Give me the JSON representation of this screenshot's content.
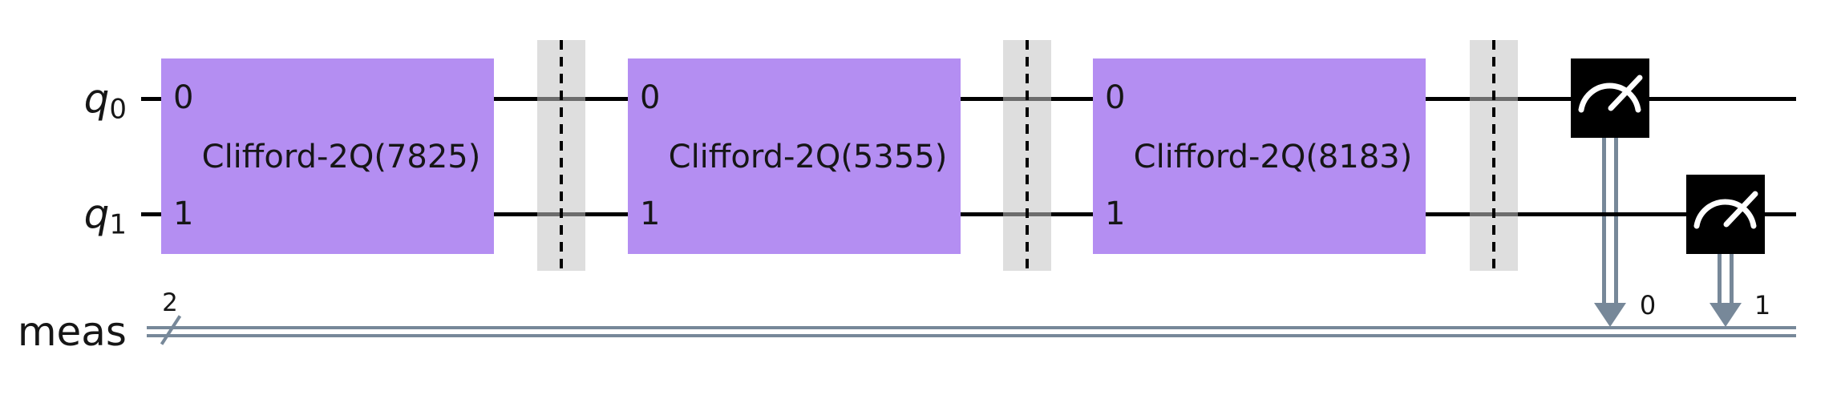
{
  "qubits": [
    {
      "base": "q",
      "sub": "0"
    },
    {
      "base": "q",
      "sub": "1"
    }
  ],
  "creg": {
    "label": "meas",
    "size": "2"
  },
  "gates": [
    {
      "label": "Clifford-2Q(7825)",
      "port_top": "0",
      "port_bottom": "1"
    },
    {
      "label": "Clifford-2Q(5355)",
      "port_top": "0",
      "port_bottom": "1"
    },
    {
      "label": "Clifford-2Q(8183)",
      "port_top": "0",
      "port_bottom": "1"
    }
  ],
  "measurements": [
    {
      "target_bit": "0"
    },
    {
      "target_bit": "1"
    }
  ],
  "colors": {
    "wire": "#000000",
    "classical": "#778899",
    "gate-fill": "#B48EF2",
    "barrier-fill": "#DEDEDE",
    "measure-fill": "#000000",
    "text": "#161616"
  }
}
